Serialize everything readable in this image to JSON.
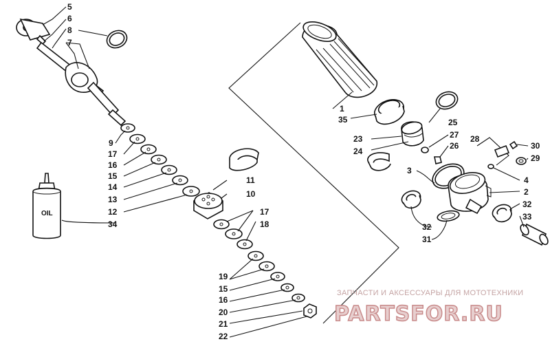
{
  "callouts": {
    "c1": "1",
    "c2": "2",
    "c3": "3",
    "c4": "4",
    "c5": "5",
    "c6": "6",
    "c7": "7",
    "c8": "8",
    "c9": "9",
    "c10": "10",
    "c11": "11",
    "c12": "12",
    "c13": "13",
    "c14": "14",
    "c15a": "15",
    "c15b": "15",
    "c16a": "16",
    "c16b": "16",
    "c17a": "17",
    "c17b": "17",
    "c18": "18",
    "c19": "19",
    "c20": "20",
    "c21": "21",
    "c22": "22",
    "c23": "23",
    "c24": "24",
    "c25": "25",
    "c26": "26",
    "c27": "27",
    "c28": "28",
    "c29": "29",
    "c30": "30",
    "c31": "31",
    "c32a": "32",
    "c32b": "32",
    "c33": "33",
    "c34": "34",
    "c35": "35"
  },
  "oil_bottle_label": "OIL",
  "watermark": {
    "tagline": "ЗАПЧАСТИ И АКСЕССУАРЫ ДЛЯ МОТОТЕХНИКИ",
    "logo": "PARTSFOR.RU"
  }
}
